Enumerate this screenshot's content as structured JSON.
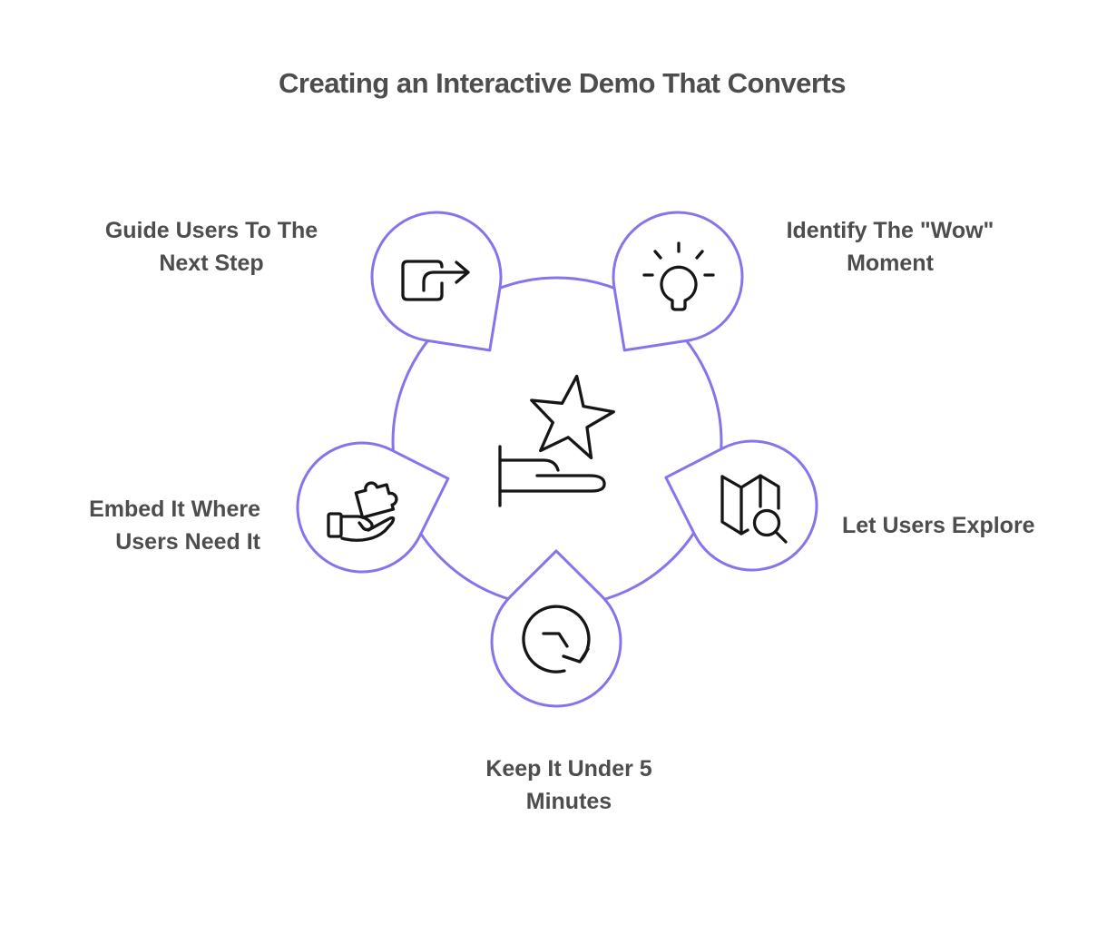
{
  "title": "Creating an Interactive Demo That Converts",
  "diagram": {
    "center": {
      "icon": "hand-presenting-star-icon"
    },
    "nodes": [
      {
        "label": "Guide Users To The Next Step",
        "icon": "export-arrow-icon",
        "position": "top-left"
      },
      {
        "label": "Identify The \"Wow\" Moment",
        "icon": "lightbulb-icon",
        "position": "top-right"
      },
      {
        "label": "Let Users Explore",
        "icon": "map-search-icon",
        "position": "right"
      },
      {
        "label": "Keep It Under 5 Minutes",
        "icon": "countdown-clock-icon",
        "position": "bottom"
      },
      {
        "label": "Embed It Where Users Need It",
        "icon": "hand-puzzle-icon",
        "position": "left"
      }
    ],
    "colors": {
      "accent": "#8575EC",
      "icon_stroke": "#161616",
      "text": "#4D4D4F",
      "background": "#FFFFFF"
    }
  }
}
